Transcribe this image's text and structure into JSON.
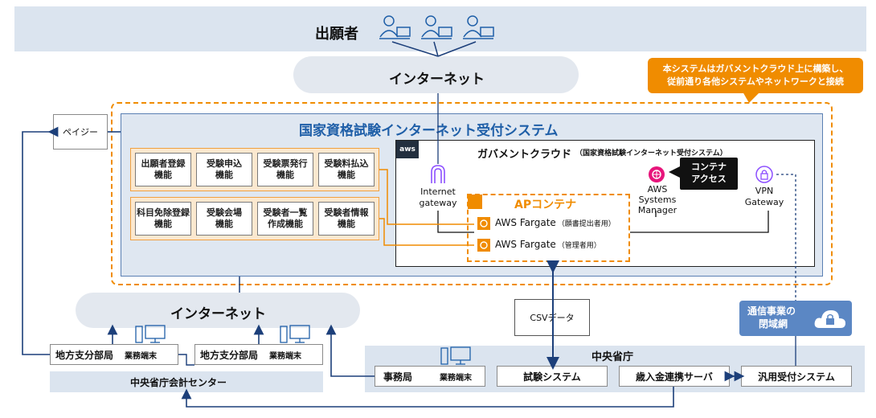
{
  "applicants": {
    "label": "出願者"
  },
  "internet_top": {
    "label": "インターネット"
  },
  "internet_bottom": {
    "label": "インターネット"
  },
  "callout": {
    "line1": "本システムはガバメントクラウド上に構築し、",
    "line2": "従前通り各他システムやネットワークと接続"
  },
  "pager": {
    "label": "ペイジー"
  },
  "system": {
    "title": "国家資格試験インターネット受付システム"
  },
  "functions_row1": [
    "出願者登録\n機能",
    "受験申込\n機能",
    "受験票発行\n機能",
    "受験料払込\n機能"
  ],
  "functions_row2": [
    "科目免除登録\n機能",
    "受験会場\n機能",
    "受験者一覧\n作成機能",
    "受験者情報\n機能"
  ],
  "gov_cloud": {
    "title": "ガバメントクラウド",
    "subtitle": "（国家資格試験インターネット受付システム）",
    "aws_badge": "aws"
  },
  "internet_gateway": {
    "line1": "Internet",
    "line2": "gateway"
  },
  "ssm": {
    "line1": "AWS",
    "line2": "Systems",
    "line3": "Manager"
  },
  "container_access": {
    "line1": "コンテナ",
    "line2": "アクセス"
  },
  "vpn": {
    "line1": "VPN",
    "line2": "Gateway"
  },
  "ap_container": {
    "title": "APコンテナ"
  },
  "fargate1": {
    "label": "AWS Fargate",
    "note": "（願書提出者用）"
  },
  "fargate2": {
    "label": "AWS Fargate",
    "note": "（管理者用）"
  },
  "csv": {
    "label": "CSVデータ"
  },
  "closed_network": {
    "line1": "通信事業の",
    "line2": "閉域網"
  },
  "branch1": {
    "label": "地方支分部局",
    "terminal": "業務端末"
  },
  "branch2": {
    "label": "地方支分部局",
    "terminal": "業務端末"
  },
  "accounting_center": {
    "label": "中央省庁会計センター"
  },
  "central_ministry": {
    "label": "中央省庁"
  },
  "secretariat": {
    "label": "事務局",
    "terminal": "業務端末"
  },
  "exam_system": {
    "label": "試験システム"
  },
  "revenue_server": {
    "label": "歳入金連携サーバ"
  },
  "general_reception": {
    "label": "汎用受付システム"
  },
  "colors": {
    "orange": "#f08c00",
    "blue": "#1f5fa8",
    "band": "#dbe4ef",
    "navy": "#1c3f7a"
  }
}
